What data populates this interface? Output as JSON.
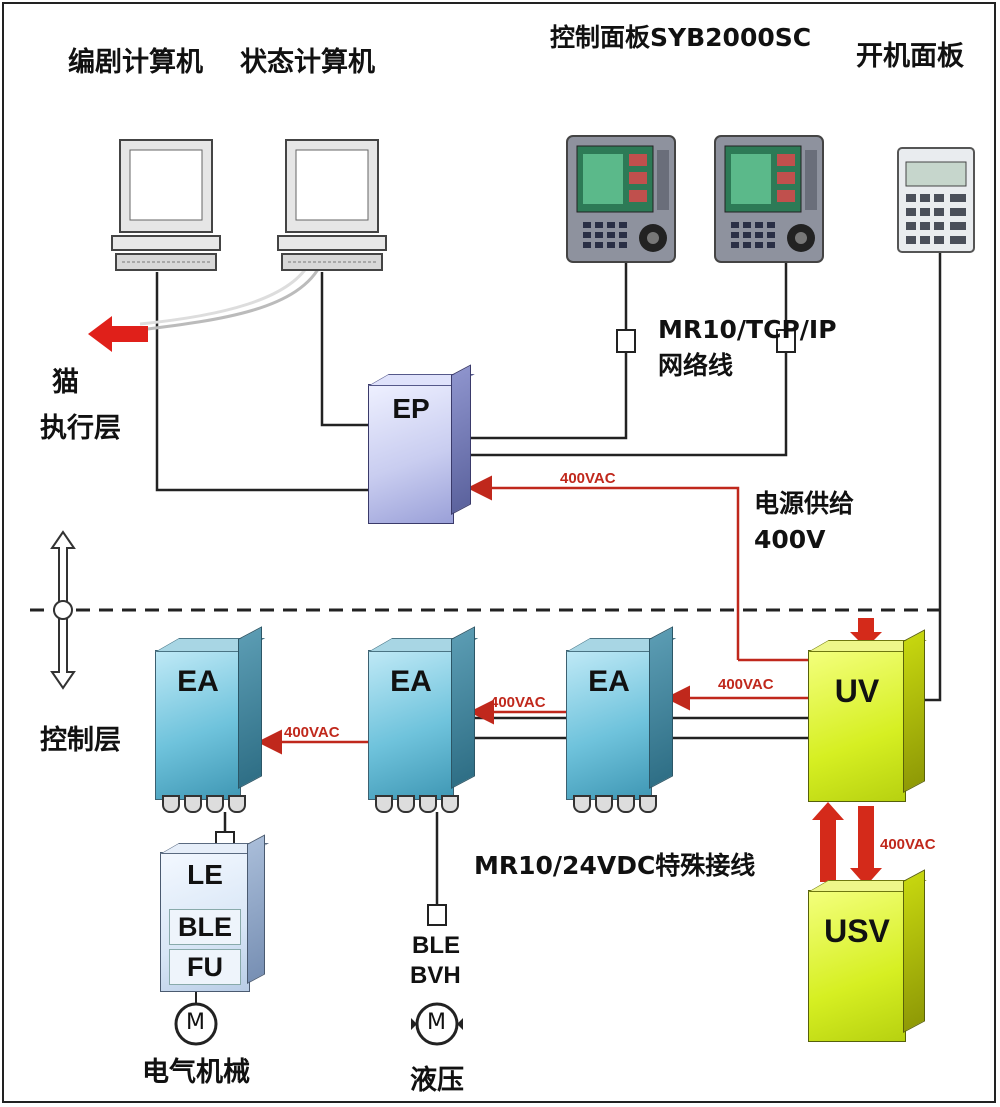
{
  "colors": {
    "power_line": "#c0281c",
    "signal_line": "#222222",
    "dashed": "#222222"
  },
  "top_labels": {
    "editor_pc": "编剧计算机",
    "status_pc": "状态计算机",
    "control_panel": "控制面板SYB2000SC",
    "power_on_panel": "开机面板"
  },
  "side_labels": {
    "cat": "猫",
    "execution_layer": "执行层",
    "control_layer": "控制层"
  },
  "annotations": {
    "network": "MR10/TCP/IP网络线",
    "power_supply": "电源供给400V",
    "special_wiring": "MR10/24VDC特殊接线"
  },
  "power_labels": [
    "400VAC",
    "400VAC",
    "400VAC",
    "400VAC",
    "400VAC"
  ],
  "nodes": {
    "ep": "EP",
    "ea": [
      "EA",
      "EA",
      "EA"
    ],
    "uv": "UV",
    "usv": "USV",
    "le": "LE",
    "le_ble": "BLE",
    "le_fu": "FU",
    "ble": "BLE",
    "bvh": "BVH"
  },
  "motors": {
    "electric": {
      "label": "电气机械",
      "symbol": "M"
    },
    "hydraulic": {
      "label": "液压",
      "symbol": "M"
    }
  },
  "icons": [
    "computer-icon",
    "control-panel-icon",
    "keypad-panel-icon",
    "motor-icon",
    "red-arrow-icon"
  ]
}
